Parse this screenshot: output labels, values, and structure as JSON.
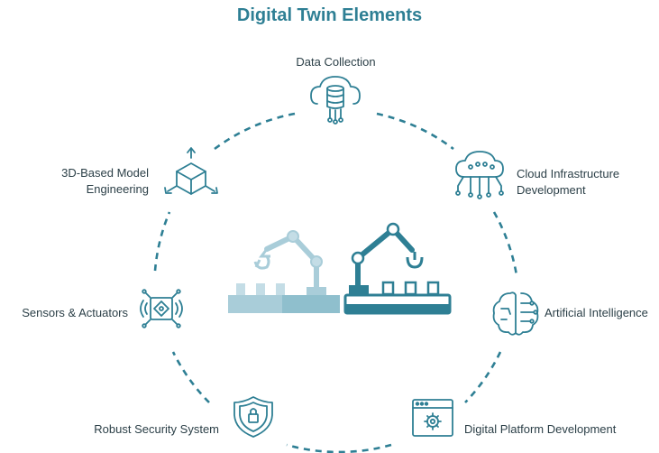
{
  "title": "Digital Twin Elements",
  "elements": [
    {
      "id": "data-collection",
      "lines": [
        "Data Collection"
      ],
      "icon": "database-cloud-icon"
    },
    {
      "id": "cloud-infrastructure",
      "lines": [
        "Cloud Infrastructure",
        "Development"
      ],
      "icon": "cloud-network-icon"
    },
    {
      "id": "artificial-intelligence",
      "lines": [
        "Artificial Intelligence"
      ],
      "icon": "brain-icon"
    },
    {
      "id": "digital-platform",
      "lines": [
        "Digital Platform Development"
      ],
      "icon": "browser-gear-icon"
    },
    {
      "id": "robust-security",
      "lines": [
        "Robust Security System"
      ],
      "icon": "shield-lock-icon"
    },
    {
      "id": "sensors-actuators",
      "lines": [
        "Sensors & Actuators"
      ],
      "icon": "sensor-icon"
    },
    {
      "id": "3d-model",
      "lines": [
        "3D-Based Model",
        "Engineering"
      ],
      "icon": "cube-axes-icon"
    }
  ],
  "center_image": "robot-arms-icon",
  "colors": {
    "accent": "#2e7f94",
    "light_accent": "#a9cdd9",
    "text": "#2b3f47"
  }
}
